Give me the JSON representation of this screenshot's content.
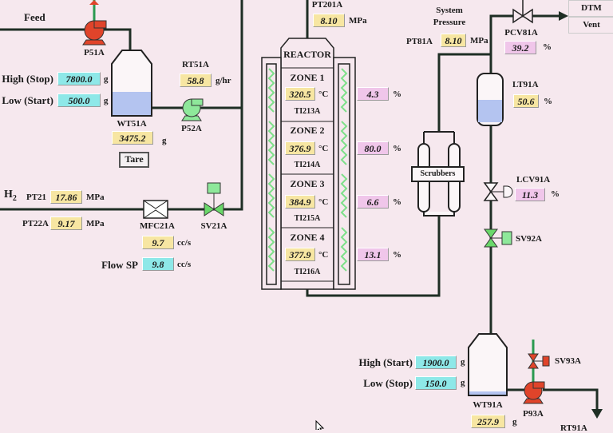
{
  "feed": {
    "label": "Feed",
    "pump": "P51A"
  },
  "wt51": {
    "high_label": "High (Stop)",
    "high_value": "7800.0",
    "low_label": "Low (Start)",
    "low_value": "500.0",
    "unit": "g",
    "tag": "WT51A",
    "value": "3475.2",
    "tare": "Tare",
    "level": 0.4
  },
  "rt51": {
    "tag": "RT51A",
    "value": "58.8",
    "unit": "g/hr",
    "pump": "P52A"
  },
  "h2": {
    "label": "H",
    "sub": "2",
    "pt21_tag": "PT21",
    "pt21_value": "17.86",
    "pt22_tag": "PT22A",
    "pt22_value": "9.17",
    "unit": "MPa",
    "mfc_tag": "MFC21A",
    "mfc_value": "9.7",
    "flow_unit": "cc/s",
    "sp_label": "Flow SP",
    "sp_value": "9.8",
    "sv_tag": "SV21A"
  },
  "reactor": {
    "title": "REACTOR",
    "pt_tag": "PT201A",
    "pt_value": "8.10",
    "pt_unit": "MPa",
    "temp_unit": "°C",
    "pct_unit": "%",
    "zones": [
      {
        "name": "ZONE 1",
        "temp": "320.5",
        "tag": "TI213A",
        "pct": "4.3"
      },
      {
        "name": "ZONE 2",
        "temp": "376.9",
        "tag": "TI214A",
        "pct": "80.0"
      },
      {
        "name": "ZONE 3",
        "temp": "384.9",
        "tag": "TI215A",
        "pct": "6.6"
      },
      {
        "name": "ZONE 4",
        "temp": "377.9",
        "tag": "TI216A",
        "pct": "13.1"
      }
    ]
  },
  "system": {
    "label1": "System",
    "label2": "Pressure",
    "tag": "PT81A",
    "value": "8.10",
    "unit": "MPa"
  },
  "pcv81": {
    "tag": "PCV81A",
    "value": "39.2",
    "unit": "%"
  },
  "outlets": {
    "dtm": "DTM",
    "vent": "Vent"
  },
  "lt91": {
    "tag": "LT91A",
    "value": "50.6",
    "unit": "%",
    "level": 0.506
  },
  "scrubbers": {
    "label": "Scrubbers"
  },
  "lcv91": {
    "tag": "LCV91A",
    "value": "11.3",
    "unit": "%"
  },
  "sv92": {
    "tag": "SV92A"
  },
  "wt91": {
    "high_label": "High (Start)",
    "high_value": "1900.0",
    "low_label": "Low (Stop)",
    "low_value": "150.0",
    "unit": "g",
    "tag": "WT91A",
    "value": "257.9"
  },
  "p93": {
    "tag": "P93A",
    "sv_tag": "SV93A",
    "rt_tag": "RT91A"
  },
  "colors": {
    "pipe": "#1e2e24",
    "pump_on": "#e0442a",
    "pump_off": "#8ee89a",
    "valve_open": "#6ad86a",
    "liquid": "#b4c4f0",
    "green_line": "#2a9a50"
  }
}
